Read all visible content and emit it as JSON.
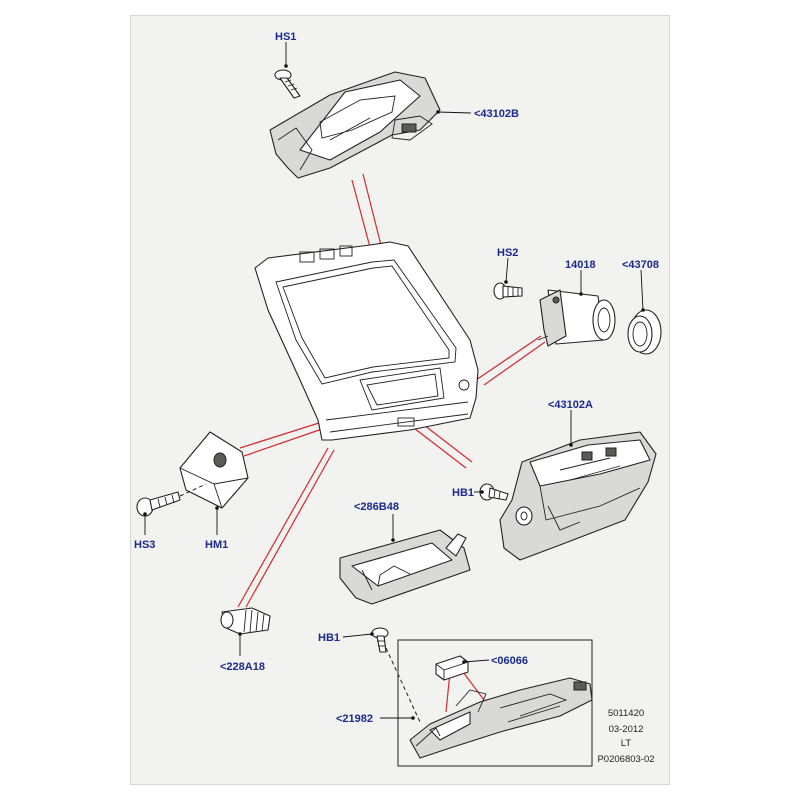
{
  "callouts": [
    {
      "id": "hs1",
      "text": "HS1"
    },
    {
      "id": "p43102b",
      "text": "<43102B"
    },
    {
      "id": "hs2",
      "text": "HS2"
    },
    {
      "id": "p14018",
      "text": "14018"
    },
    {
      "id": "p43708",
      "text": "<43708"
    },
    {
      "id": "p43102a",
      "text": "<43102A"
    },
    {
      "id": "hb1a",
      "text": "HB1"
    },
    {
      "id": "hs3",
      "text": "HS3"
    },
    {
      "id": "hm1",
      "text": "HM1"
    },
    {
      "id": "p286b48",
      "text": "<286B48"
    },
    {
      "id": "p228a18",
      "text": "<228A18"
    },
    {
      "id": "hb1b",
      "text": "HB1"
    },
    {
      "id": "p06066",
      "text": "<06066"
    },
    {
      "id": "p21982",
      "text": "<21982"
    }
  ],
  "reference_block": {
    "line1": "5011420",
    "line2": "03-2012",
    "line3": "LT",
    "line4": "P0206803-02"
  },
  "colors": {
    "callout_text": "#1a2a8c",
    "link_lines": "#d42a2a",
    "frame_background": "#f2f2f0"
  }
}
